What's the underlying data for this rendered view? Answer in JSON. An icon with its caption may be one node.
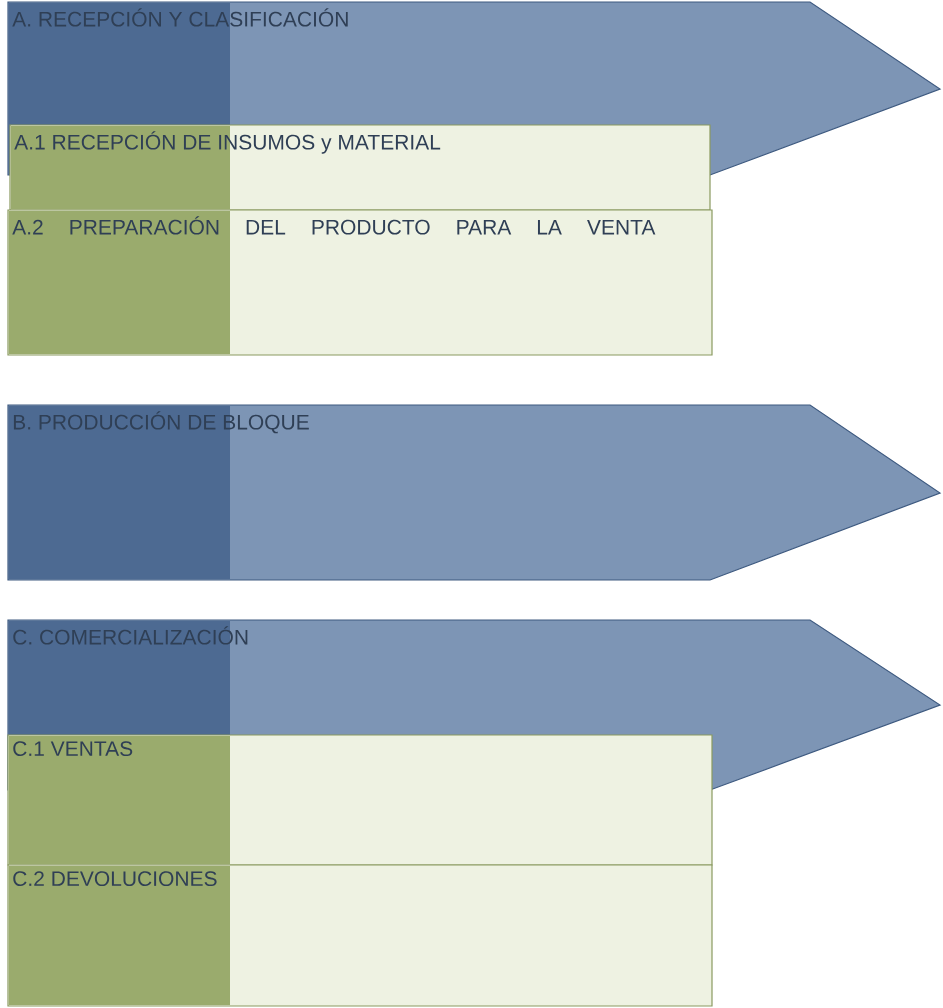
{
  "diagram": {
    "nodes": [
      {
        "text": [
          "A. RECEPCIÓN Y CLASIFICACIÓN"
        ]
      },
      {
        "text": [
          "A.1 RECEPCIÓN DE INSUMOS y MATERIAL"
        ]
      },
      {
        "text": [
          "A.2 PREPARACIÓN DEL PRODUCTO PARA LA VENTA"
        ]
      },
      {
        "text": [
          "B. PRODUCCIÓN DE BLOQUE"
        ]
      },
      {
        "text": [
          "C. COMERCIALIZACIÓN"
        ]
      },
      {
        "text": [
          "C.1 VENTAS"
        ]
      },
      {
        "text": [
          "C.2 DEVOLUCIONES"
        ]
      }
    ]
  }
}
